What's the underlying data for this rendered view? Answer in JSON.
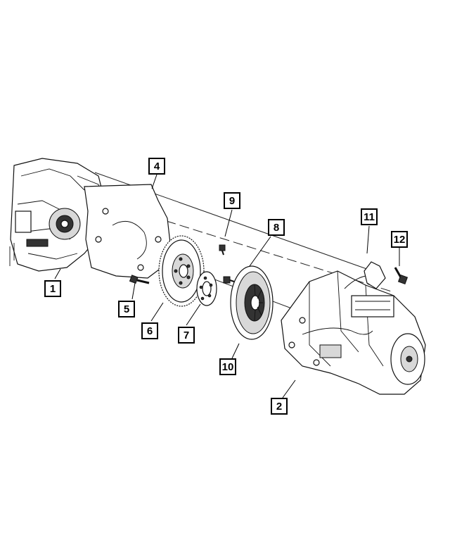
{
  "callouts": [
    {
      "id": "1",
      "label": "1"
    },
    {
      "id": "2",
      "label": "2"
    },
    {
      "id": "4",
      "label": "4"
    },
    {
      "id": "5",
      "label": "5"
    },
    {
      "id": "6",
      "label": "6"
    },
    {
      "id": "7",
      "label": "7"
    },
    {
      "id": "8",
      "label": "8"
    },
    {
      "id": "9",
      "label": "9"
    },
    {
      "id": "10",
      "label": "10"
    },
    {
      "id": "11",
      "label": "11"
    },
    {
      "id": "12",
      "label": "12"
    }
  ]
}
